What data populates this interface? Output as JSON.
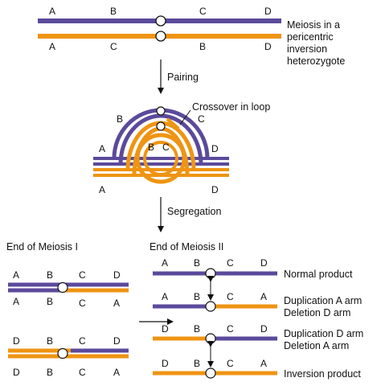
{
  "colors": {
    "purple": "#5b4a9b",
    "orange": "#ef9413",
    "ink": "#111111",
    "centromere": "#ffffff"
  },
  "top": {
    "upper_labels": [
      "A",
      "B",
      "C",
      "D"
    ],
    "lower_labels": [
      "A",
      "C",
      "B",
      "D"
    ],
    "description": [
      "Meiosis in a",
      "pericentric",
      "inversion",
      "heterozygote"
    ]
  },
  "step1": "Pairing",
  "loop": {
    "annotation": "Crossover in loop",
    "outer_labels": [
      "A",
      "B",
      "C",
      "D"
    ],
    "inner_labels": [
      "B",
      "C"
    ],
    "bottom_labels": [
      "A",
      "D"
    ]
  },
  "step2": "Segregation",
  "left": {
    "heading": "End of Meiosis I",
    "pair1_top": [
      "A",
      "B",
      "C",
      "D"
    ],
    "pair1_bottom": [
      "A",
      "B",
      "C",
      "A"
    ],
    "pair2_top": [
      "D",
      "B",
      "C",
      "D"
    ],
    "pair2_bottom": [
      "D",
      "B",
      "C",
      "A"
    ]
  },
  "right": {
    "heading": "End of Meiosis II",
    "products": [
      {
        "labels": [
          "A",
          "B",
          "C",
          "D"
        ],
        "caption": [
          "Normal product"
        ]
      },
      {
        "labels": [
          "A",
          "B",
          "C",
          "A"
        ],
        "caption": [
          "Duplication A arm",
          "Deletion D arm"
        ]
      },
      {
        "labels": [
          "D",
          "B",
          "C",
          "D"
        ],
        "caption": [
          "Duplication D arm",
          "Deletion A arm"
        ]
      },
      {
        "labels": [
          "D",
          "B",
          "C",
          "A"
        ],
        "caption": [
          "Inversion product"
        ]
      }
    ]
  }
}
